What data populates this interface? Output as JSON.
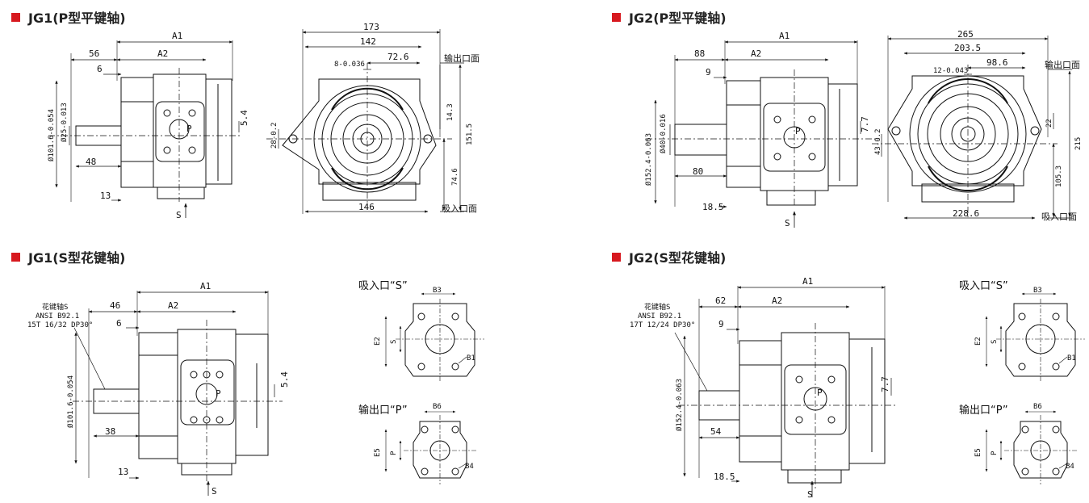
{
  "sections": [
    {
      "title": "JG1(P型平键轴)"
    },
    {
      "title": "JG2(P型平键轴)"
    },
    {
      "title": "JG1(S型花键轴)"
    },
    {
      "title": "JG2(S型花键轴)"
    }
  ],
  "accent_color": "#d7191f",
  "jg1p": {
    "a1": "A1",
    "a2": "A2",
    "d56": "56",
    "d6": "6",
    "d48": "48",
    "d13": "13",
    "dia1": "Ø101.6-0.054",
    "dia2": "Ø25-0.013",
    "d54": "5.4",
    "p": "P",
    "s": "S",
    "d173": "173",
    "d142": "142",
    "d72": "72.6",
    "key": "8-0.036",
    "d28": "28-0.2",
    "d143": "14.3",
    "d1515": "151.5",
    "d746": "74.6",
    "d146": "146",
    "out": "输出口面",
    "in": "吸入口面"
  },
  "jg2p": {
    "a1": "A1",
    "a2": "A2",
    "d88": "88",
    "d9": "9",
    "d80": "80",
    "d185": "18.5",
    "dia1": "Ø152.4-0.063",
    "dia2": "Ø40-0.016",
    "d77": "7.7",
    "p": "P",
    "s": "S",
    "d265": "265",
    "d2035": "203.5",
    "d986": "98.6",
    "key": "12-0.043",
    "d43": "43-0.2",
    "d22": "22",
    "d215": "215",
    "d1053": "105.3",
    "d2286": "228.6",
    "out": "输出口面",
    "in": "吸入口面"
  },
  "jg1s": {
    "spline": [
      "花键轴S",
      "ANSI B92.1",
      "15T 16/32 DP30°"
    ],
    "a1": "A1",
    "a2": "A2",
    "d46": "46",
    "d6": "6",
    "d38": "38",
    "d13": "13",
    "dia1": "Ø101.6-0.054",
    "d54": "5.4",
    "p": "P",
    "s": "S",
    "suction": "吸入口“S”",
    "outlet": "输出口“P”",
    "b3": "B3",
    "b1": "B1",
    "e2": "E2",
    "b6": "B6",
    "b4": "B4",
    "e5": "E5"
  },
  "jg2s": {
    "spline": [
      "花键轴S",
      "ANSI B92.1",
      "17T 12/24 DP30°"
    ],
    "a1": "A1",
    "a2": "A2",
    "d62": "62",
    "d9": "9",
    "d54": "54",
    "d185": "18.5",
    "dia1": "Ø152.4-0.063",
    "d77": "7.7",
    "p": "P",
    "s": "S",
    "suction": "吸入口“S”",
    "outlet": "输出口“P”",
    "b3": "B3",
    "b1": "B1",
    "e2": "E2",
    "b6": "B6",
    "b4": "B4",
    "e5": "E5"
  }
}
